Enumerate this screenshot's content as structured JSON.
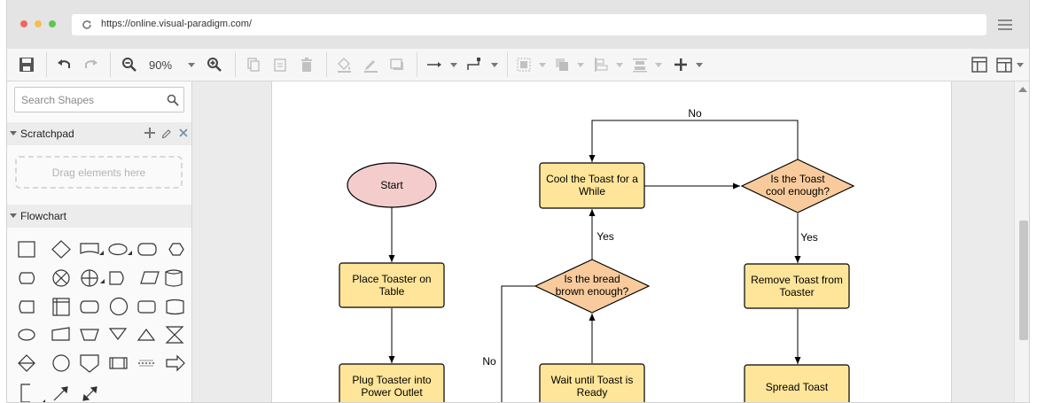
{
  "browser": {
    "url": "https://online.visual-paradigm.com/",
    "window_dot_colors": [
      "#ec6a5e",
      "#f4bf4f",
      "#61c554"
    ]
  },
  "toolbar": {
    "zoom_value": "90%"
  },
  "sidebar": {
    "search_placeholder": "Search Shapes",
    "scratchpad_label": "Scratchpad",
    "scratchpad_drop_text": "Drag elements here",
    "flowchart_label": "Flowchart"
  },
  "diagram": {
    "terminator_fill": "#f4cccc",
    "process_fill": "#ffe599",
    "decision_fill": "#f9cb9c",
    "nodes": {
      "start": "Start",
      "place_toaster": [
        "Place Toaster on",
        "Table"
      ],
      "plug_toaster": [
        "Plug Toaster into",
        "Power Outlet"
      ],
      "wait_toast": [
        "Wait until Toast is",
        "Ready"
      ],
      "bread_brown": [
        "Is the bread",
        "brown enough?"
      ],
      "cool_toast": [
        "Cool the Toast for a",
        "While"
      ],
      "toast_cool": [
        "Is the Toast",
        "cool enough?"
      ],
      "remove_toast": [
        "Remove Toast from",
        "Toaster"
      ],
      "spread_toast": "Spread Toast"
    },
    "edge_labels": {
      "top_no": "No",
      "left_no": "No",
      "yes_brown": "Yes",
      "yes_cool": "Yes"
    }
  }
}
